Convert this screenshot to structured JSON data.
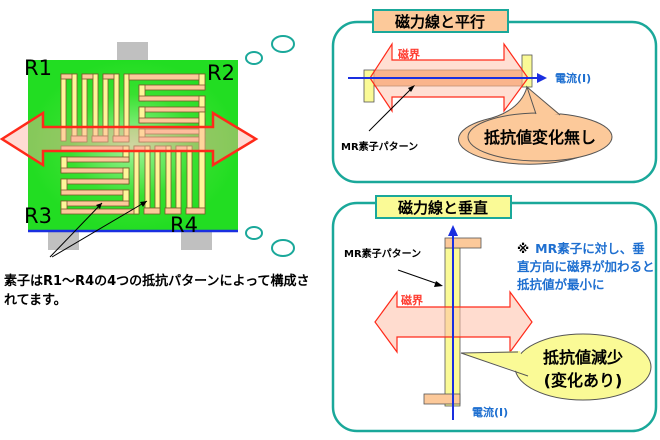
{
  "left": {
    "labels": {
      "r1": "R1",
      "r2": "R2",
      "r3": "R3",
      "r4": "R4"
    },
    "caption": "素子はR1～R4の4つの抵抗パターンによって構成されてます。"
  },
  "panel_parallel": {
    "title": "磁力線と平行",
    "field_label": "磁界",
    "current_label": "電流(I)",
    "pattern_label": "MR素子パターン",
    "callout": "抵抗値変化無し"
  },
  "panel_perpendicular": {
    "title": "磁力線と垂直",
    "field_label": "磁界",
    "current_label": "電流(I)",
    "pattern_label": "MR素子パターン",
    "note_mark": "※",
    "note": "MR素子に対し、垂直方向に磁界が加わると抵抗値が最小に",
    "callout_line1": "抵抗値減少",
    "callout_line2": "(変化あり)"
  },
  "colors": {
    "chip_green": "#22dd22",
    "panel_border": "#1aa89a",
    "field_arrow": "#ff3b2f",
    "current_blue": "#1a2fe0",
    "title_parallel_bg": "#fcc99a",
    "title_perpendicular_bg": "#fafa96",
    "note_blue": "#1e6fd0"
  }
}
